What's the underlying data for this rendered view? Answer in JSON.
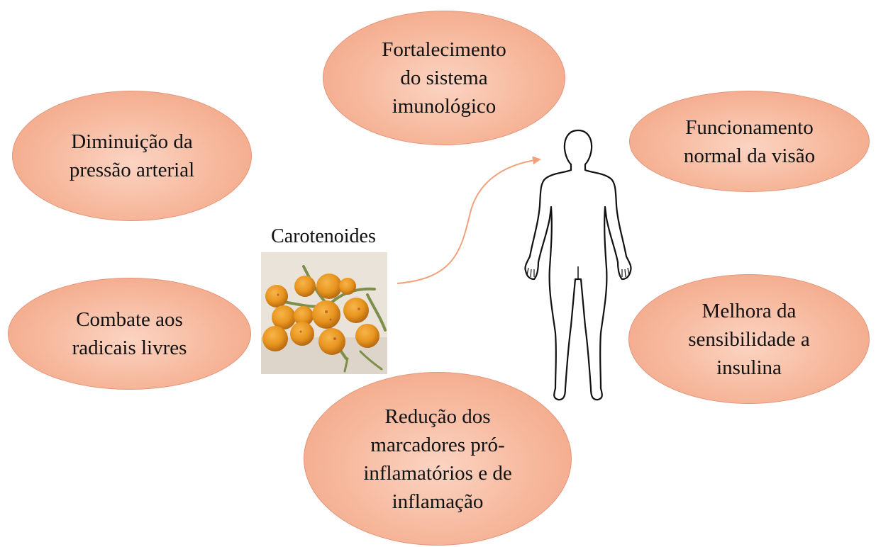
{
  "benefits": {
    "immune": "Fortalecimento\ndo sistema\nimunológico",
    "pressure": "Diminuição da\npressão arterial",
    "vision": "Funcionamento\nnormal da visão",
    "radicals": "Combate aos\nradicais livres",
    "insulin": "Melhora da\nsensibilidade a\ninsulina",
    "inflammation": "Redução dos\nmarcadores pró-\ninflamatórios e de\ninflamação"
  },
  "center": {
    "caption": "Carotenoides"
  },
  "colors": {
    "ellipse_fill": "#f6b69a",
    "ellipse_border": "#e3957a",
    "arrow": "#f0a27c",
    "fruit": "#e8951f"
  },
  "icons": {
    "arrow": "curved-arrow-icon",
    "figure": "human-body-outline-icon",
    "photo": "fruit-photo"
  }
}
